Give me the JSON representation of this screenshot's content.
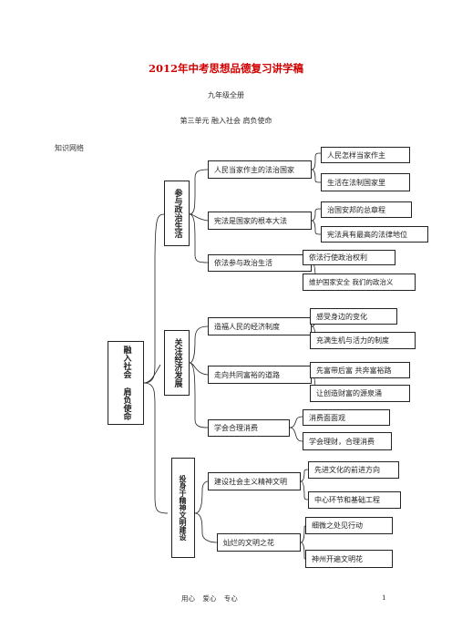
{
  "header": {
    "title": "2012年中考思想品德复习讲学稿",
    "grade": "九年级全册",
    "unit": "第三单元  融入社会  肩负使命"
  },
  "section_label": "知识网络",
  "root": "融入社会  肩负使命",
  "branches": [
    {
      "label": "参与政治生活",
      "topics": [
        {
          "label": "人民当家作主的法治国家",
          "points": [
            "人民怎样当家作主",
            "生活在法制国家里"
          ]
        },
        {
          "label": "宪法是国家的根本大法",
          "points": [
            "治国安邦的总章程",
            "宪法具有最高的法律地位"
          ]
        },
        {
          "label": "依法参与政治生活",
          "points": [
            "依法行使政治权利",
            "维护国家安全  我们的政治义"
          ]
        }
      ]
    },
    {
      "label": "关注经济发展",
      "topics": [
        {
          "label": "造福人民的经济制度",
          "points": [
            "感受身边的变化",
            "充满生机与活力的制度"
          ]
        },
        {
          "label": "走向共同富裕的道路",
          "points": [
            "先富带后富  共奔富裕路",
            "让创造财富的源泉涌"
          ]
        },
        {
          "label": "学会合理消费",
          "points": [
            "消费面面观",
            "学会理财，合理消费"
          ]
        }
      ]
    },
    {
      "label": "投身于精神文明建设",
      "topics": [
        {
          "label": "建设社会主义精神文明",
          "points": [
            "先进文化的前进方向",
            "中心环节和基础工程"
          ]
        },
        {
          "label": "灿烂的文明之花",
          "points": [
            "细微之处见行动",
            "神州开遍文明花"
          ]
        }
      ]
    }
  ],
  "footer": {
    "text": "用心  爱心  专心",
    "page_number": "1"
  }
}
